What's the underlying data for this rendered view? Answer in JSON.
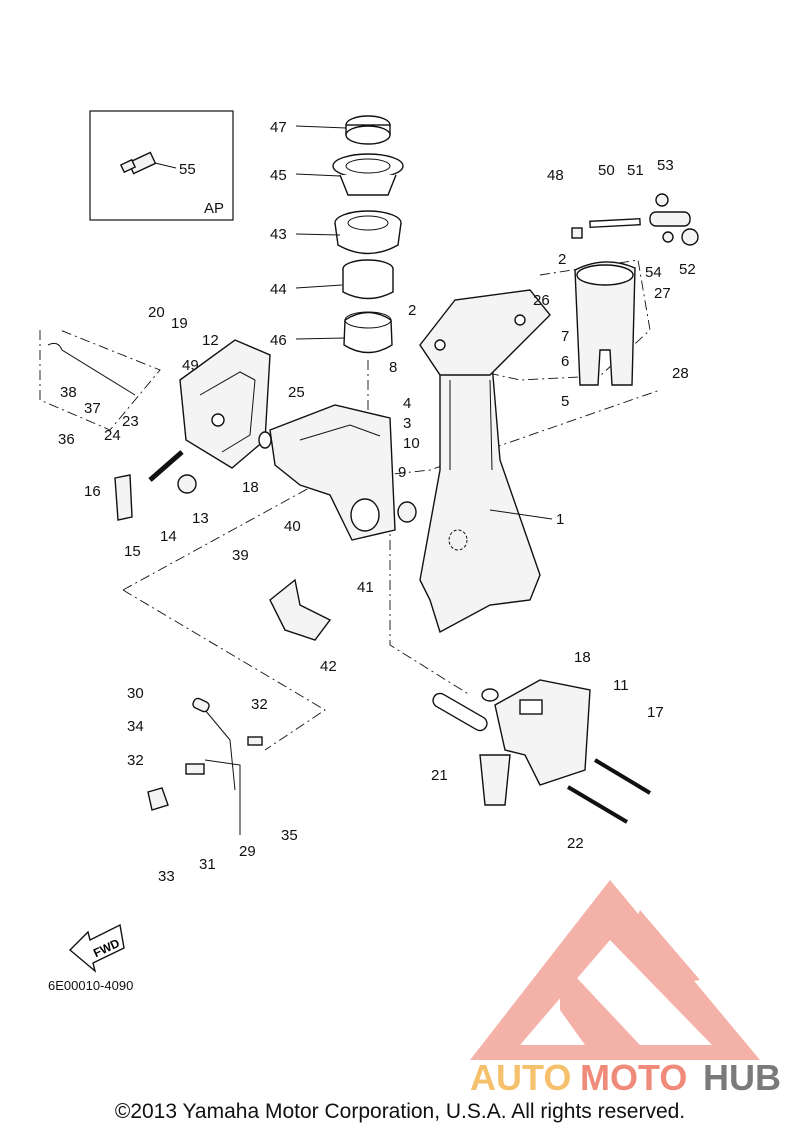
{
  "inset_label": "AP",
  "fwd_label": "FWD",
  "diagram_code": "6E00010-4090",
  "watermark": {
    "part1": "AUTO",
    "part2": "MOTO",
    "part3": "HUB",
    "color_a": "#f5c16c",
    "color_b": "#f08a7a",
    "color_c": "#7a7a7a"
  },
  "copyright": "©2013 Yamaha Motor Corporation, U.S.A. All rights reserved.",
  "callouts": [
    "1",
    "2",
    "2",
    "3",
    "4",
    "5",
    "6",
    "7",
    "8",
    "9",
    "10",
    "11",
    "12",
    "13",
    "14",
    "15",
    "16",
    "17",
    "18",
    "18",
    "19",
    "20",
    "21",
    "22",
    "23",
    "24",
    "25",
    "26",
    "27",
    "28",
    "29",
    "30",
    "31",
    "32",
    "32",
    "33",
    "34",
    "35",
    "36",
    "37",
    "38",
    "39",
    "40",
    "41",
    "42",
    "43",
    "44",
    "45",
    "46",
    "47",
    "48",
    "49",
    "50",
    "51",
    "52",
    "53",
    "54",
    "55"
  ]
}
